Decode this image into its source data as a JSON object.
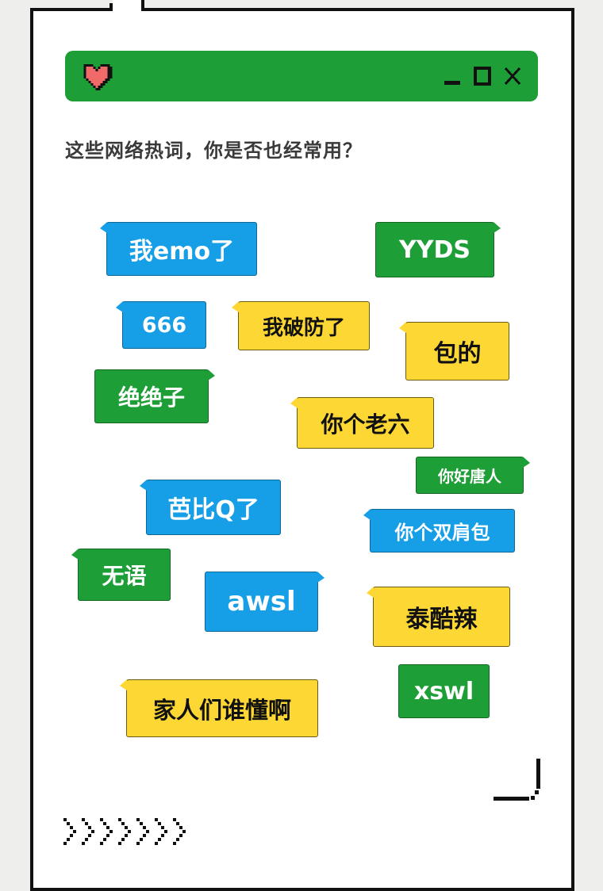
{
  "window": {
    "heart_icon": "pixel-heart",
    "controls": [
      "minimize",
      "maximize",
      "close"
    ]
  },
  "heading": "这些网络热词，你是否也经常用？",
  "colors": {
    "blue": "#169ee6",
    "green": "#1e9e37",
    "yellow": "#fdd835",
    "heart": "#f06a6a"
  },
  "items": [
    {
      "text": "我emo了",
      "color": "blue"
    },
    {
      "text": "YYDS",
      "color": "green"
    },
    {
      "text": "666",
      "color": "blue"
    },
    {
      "text": "我破防了",
      "color": "yellow"
    },
    {
      "text": "包的",
      "color": "yellow"
    },
    {
      "text": "绝绝子",
      "color": "green"
    },
    {
      "text": "你个老六",
      "color": "yellow"
    },
    {
      "text": "你好唐人",
      "color": "green"
    },
    {
      "text": "芭比Q了",
      "color": "blue"
    },
    {
      "text": "你个双肩包",
      "color": "blue"
    },
    {
      "text": "无语",
      "color": "green"
    },
    {
      "text": "awsl",
      "color": "blue"
    },
    {
      "text": "泰酷辣",
      "color": "yellow"
    },
    {
      "text": "xswl",
      "color": "green"
    },
    {
      "text": "家人们谁懂啊",
      "color": "yellow"
    }
  ]
}
